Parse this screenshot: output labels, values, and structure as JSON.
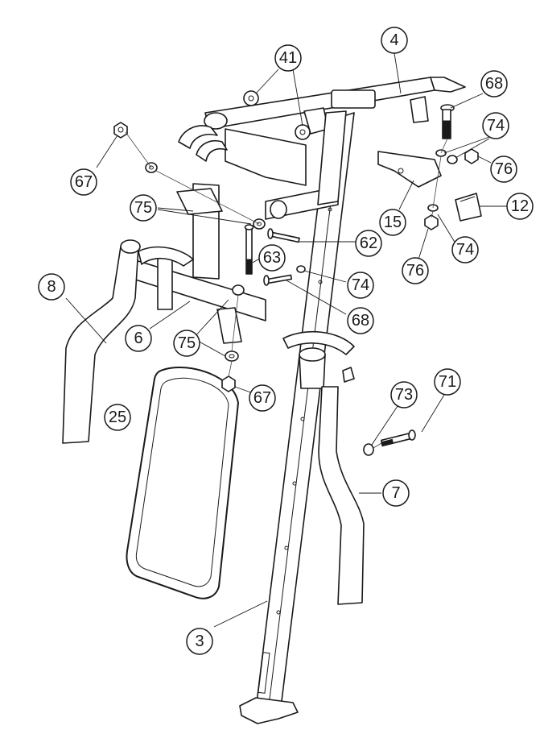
{
  "diagram": {
    "callouts": [
      {
        "id": "c4",
        "label": "4"
      },
      {
        "id": "c41",
        "label": "41"
      },
      {
        "id": "c68a",
        "label": "68"
      },
      {
        "id": "c74a",
        "label": "74"
      },
      {
        "id": "c76a",
        "label": "76"
      },
      {
        "id": "c67a",
        "label": "67"
      },
      {
        "id": "c75a",
        "label": "75"
      },
      {
        "id": "c15",
        "label": "15"
      },
      {
        "id": "c12",
        "label": "12"
      },
      {
        "id": "c62",
        "label": "62"
      },
      {
        "id": "c74b",
        "label": "74"
      },
      {
        "id": "c76b",
        "label": "76"
      },
      {
        "id": "c63",
        "label": "63"
      },
      {
        "id": "c8",
        "label": "8"
      },
      {
        "id": "c74c",
        "label": "74"
      },
      {
        "id": "c68b",
        "label": "68"
      },
      {
        "id": "c6",
        "label": "6"
      },
      {
        "id": "c75b",
        "label": "75"
      },
      {
        "id": "c67b",
        "label": "67"
      },
      {
        "id": "c73",
        "label": "73"
      },
      {
        "id": "c71",
        "label": "71"
      },
      {
        "id": "c25",
        "label": "25"
      },
      {
        "id": "c7",
        "label": "7"
      },
      {
        "id": "c3",
        "label": "3"
      }
    ]
  }
}
